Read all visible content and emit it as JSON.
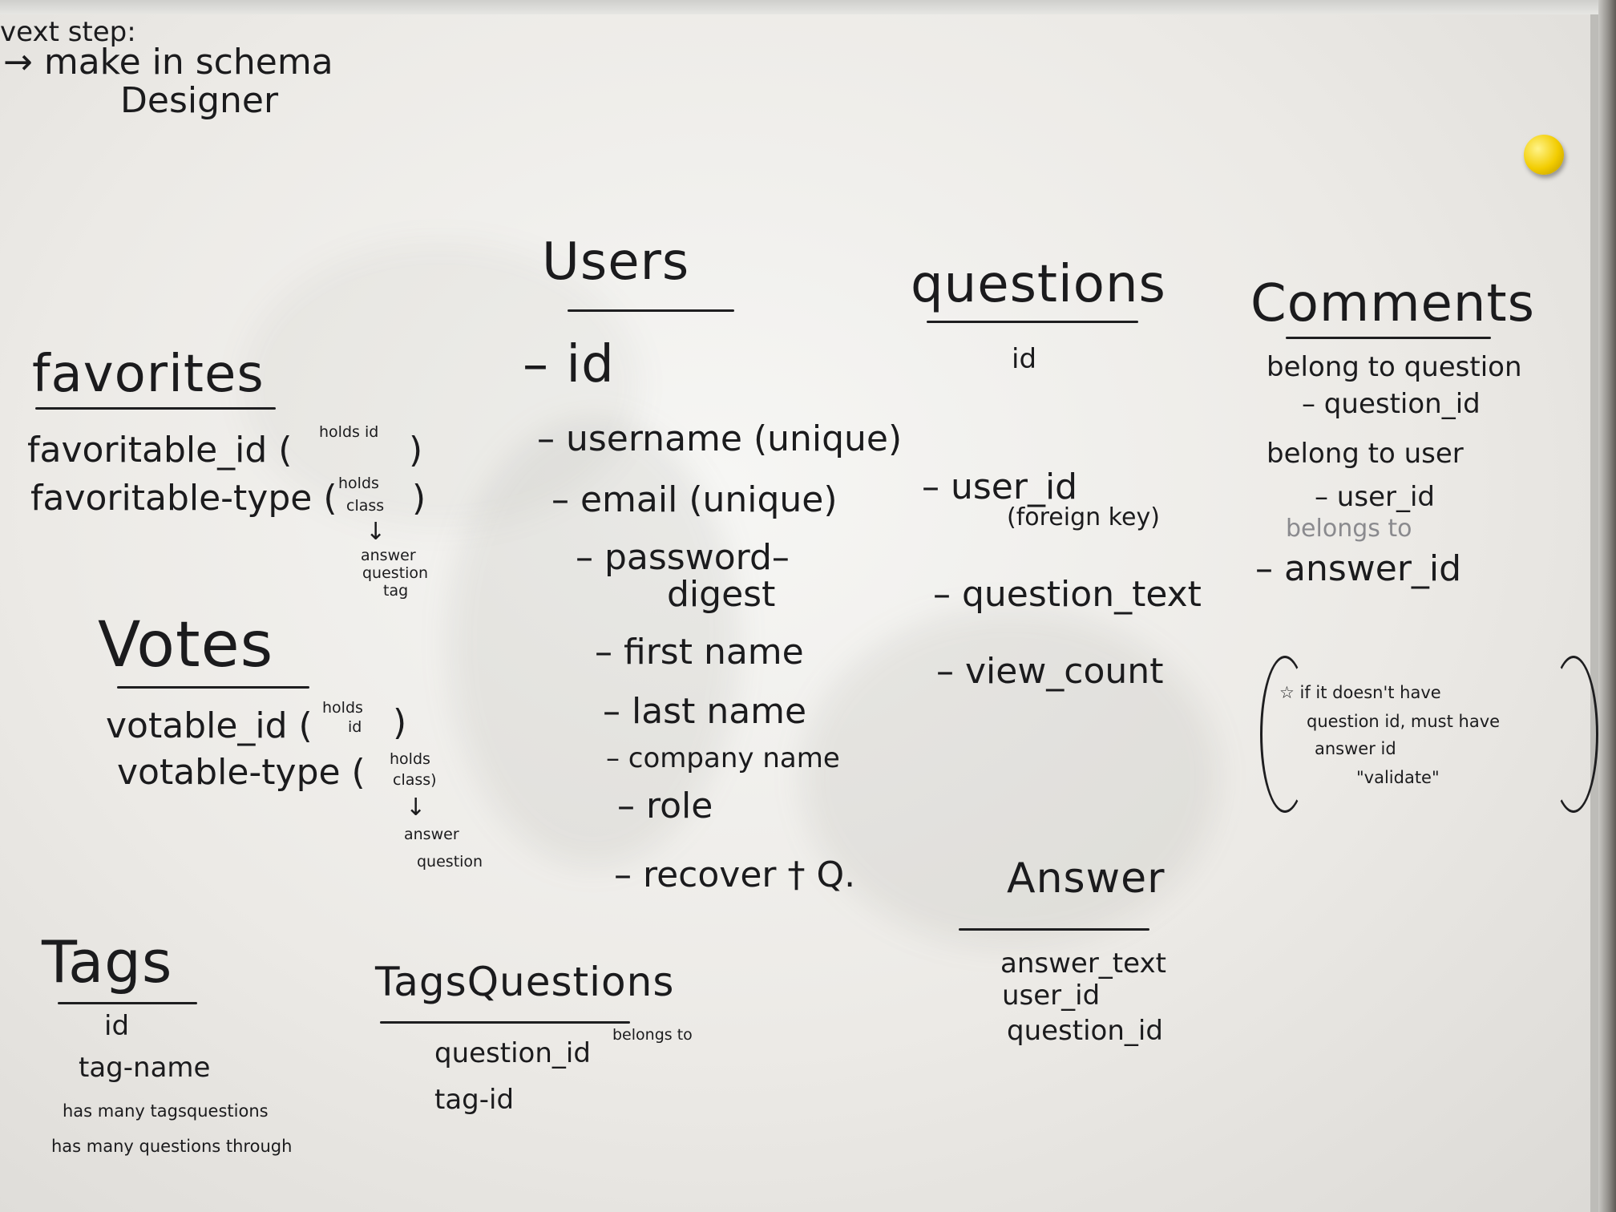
{
  "note": {
    "line1": "vext step:",
    "line2": "→ make in schema",
    "line3": "Designer"
  },
  "users": {
    "title": "Users",
    "fields": [
      "– id",
      "– username (unique)",
      "– email      (unique)",
      "– password–",
      "digest",
      "– first name",
      "– last name",
      "– company name",
      "– role",
      "– recover † Q."
    ]
  },
  "questions": {
    "title": "questions",
    "fields": [
      "id",
      "– user_id",
      "(foreign key)",
      "– question_text",
      "– view_count"
    ]
  },
  "comments": {
    "title": "Comments",
    "fields": [
      "belong to question",
      "– question_id",
      "belong to user",
      "– user_id",
      "belongs to",
      "– answer_id"
    ],
    "note": [
      "☆ if it doesn't have",
      "question id, must have",
      "answer id",
      "\"validate\""
    ]
  },
  "favorites": {
    "title": "favorites",
    "fields": [
      "favoritable_id (",
      "holds id",
      ")",
      "favoritable-type (",
      "holds",
      "class",
      ")",
      "↓",
      "answer",
      "question",
      "tag"
    ]
  },
  "votes": {
    "title": "Votes",
    "fields": [
      "votable_id (",
      "holds",
      "id",
      ")",
      "votable-type (",
      "holds",
      "class)",
      "↓",
      "answer",
      "question"
    ]
  },
  "answer": {
    "title": "Answer",
    "fields": [
      "answer_text",
      "user_id",
      "question_id"
    ]
  },
  "tags": {
    "title": "Tags",
    "fields": [
      "id",
      "tag-name",
      "has many tagsquestions",
      "has many questions through"
    ]
  },
  "tags_questions": {
    "title": "TagsQuestions",
    "fields": [
      "question_id",
      "belongs to",
      "tag-id"
    ]
  }
}
